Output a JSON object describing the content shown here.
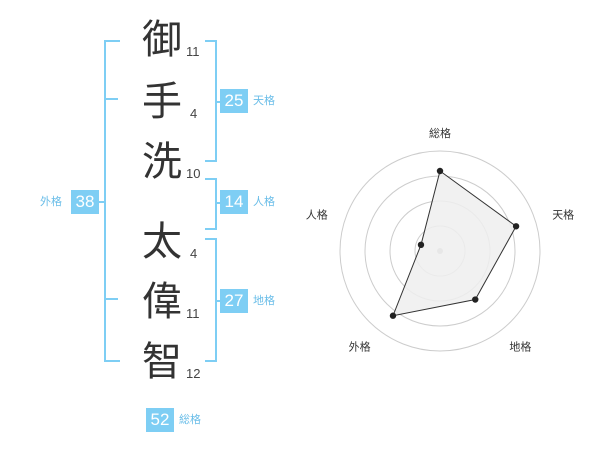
{
  "name_chars": [
    {
      "char": "御",
      "strokes": "11"
    },
    {
      "char": "手",
      "strokes": "4"
    },
    {
      "char": "洗",
      "strokes": "10"
    },
    {
      "char": "太",
      "strokes": "4"
    },
    {
      "char": "偉",
      "strokes": "11"
    },
    {
      "char": "智",
      "strokes": "12"
    }
  ],
  "kakusu": {
    "tenkaku": {
      "value": "25",
      "label": "天格"
    },
    "jinkaku": {
      "value": "14",
      "label": "人格"
    },
    "chikaku": {
      "value": "27",
      "label": "地格"
    },
    "gaikaku": {
      "value": "38",
      "label": "外格"
    },
    "soukaku": {
      "value": "52",
      "label": "総格"
    }
  },
  "chart_data": {
    "type": "radar",
    "categories": [
      "総格",
      "天格",
      "地格",
      "外格",
      "人格"
    ],
    "values": [
      4,
      4,
      3,
      4,
      1
    ],
    "rmax": 5,
    "rings": 4,
    "colors": {
      "fill": "#eeeeee",
      "stroke": "#333333",
      "grid": "#cccccc",
      "center": "#bbbbbb",
      "accent": "#7ecef4"
    }
  }
}
